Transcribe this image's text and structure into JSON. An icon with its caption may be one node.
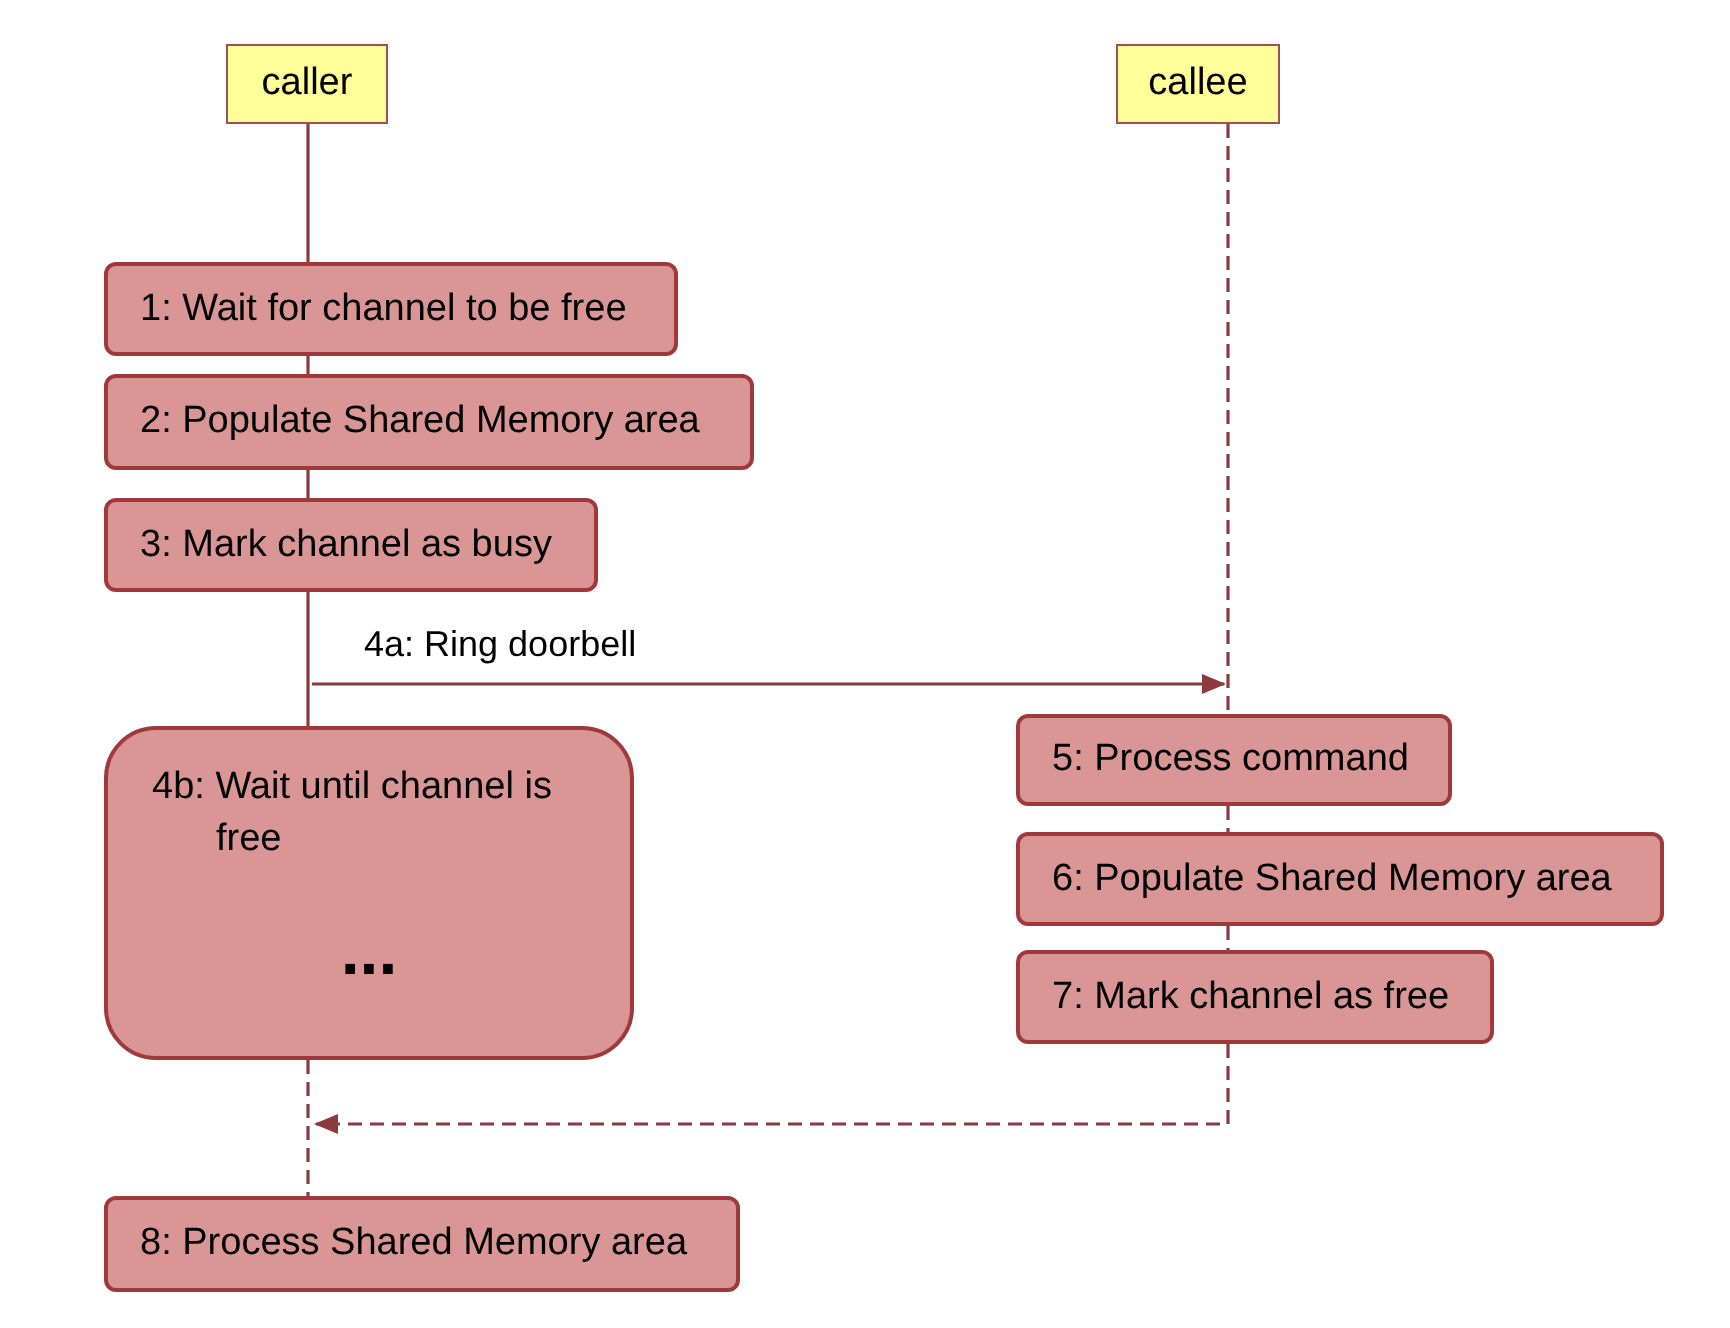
{
  "diagram": {
    "nodes": [
      {
        "text": [
          "caller"
        ]
      },
      {
        "text": [
          "callee"
        ]
      },
      {
        "text": [
          "1: Wait for channel to be free"
        ]
      },
      {
        "text": [
          "2: Populate Shared Memory area"
        ]
      },
      {
        "text": [
          "3: Mark channel as busy"
        ]
      },
      {
        "text": [
          "4b: Wait until channel is free",
          "..."
        ]
      },
      {
        "text": [
          "5: Process command"
        ]
      },
      {
        "text": [
          "6: Populate Shared Memory area"
        ]
      },
      {
        "text": [
          "7: Mark channel as free"
        ]
      },
      {
        "text": [
          "8: Process Shared Memory area"
        ]
      }
    ],
    "edges": [
      {
        "from": 0,
        "to": 2,
        "arrow": "none"
      },
      {
        "from": 2,
        "to": 3,
        "arrow": "none"
      },
      {
        "from": 3,
        "to": 4,
        "arrow": "none"
      },
      {
        "from": 4,
        "to": 5,
        "arrow": "none"
      },
      {
        "from": null,
        "to": 6,
        "arrow": "to",
        "label": "4a: Ring doorbell"
      },
      {
        "from": 1,
        "to": 6,
        "arrow": "none",
        "style": "dashed"
      },
      {
        "from": 6,
        "to": 7,
        "arrow": "none",
        "style": "dashed"
      },
      {
        "from": 7,
        "to": 8,
        "arrow": "none",
        "style": "dashed"
      },
      {
        "from": 8,
        "to": null,
        "arrow": "to",
        "style": "dashed"
      },
      {
        "from": 5,
        "to": 9,
        "arrow": "none",
        "style": "dashed"
      }
    ]
  }
}
